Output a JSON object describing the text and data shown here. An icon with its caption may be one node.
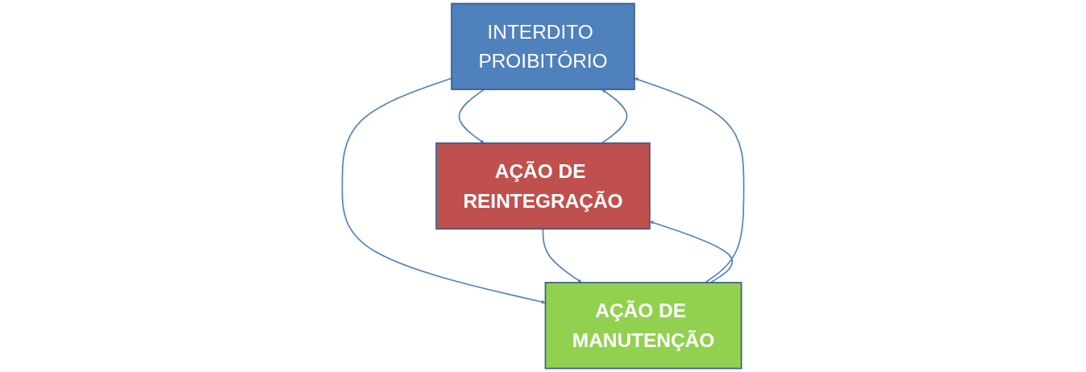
{
  "diagram": {
    "nodes": [
      {
        "text": [
          "INTERDITO PROIBITÓRIO"
        ]
      },
      {
        "text": [
          "AÇÃO DE REINTEGRAÇÃO"
        ]
      },
      {
        "text": [
          "AÇÃO DE MANUTENÇÃO"
        ]
      }
    ],
    "edges": [
      {
        "from": 1,
        "to": 0,
        "arrow": "to"
      },
      {
        "from": 0,
        "to": 1,
        "arrow": "to"
      },
      {
        "from": 0,
        "to": 2,
        "arrow": "to"
      },
      {
        "from": 2,
        "to": 0,
        "arrow": "to"
      },
      {
        "from": 1,
        "to": 2,
        "arrow": "to"
      },
      {
        "from": 2,
        "to": 1,
        "arrow": "to"
      }
    ]
  }
}
